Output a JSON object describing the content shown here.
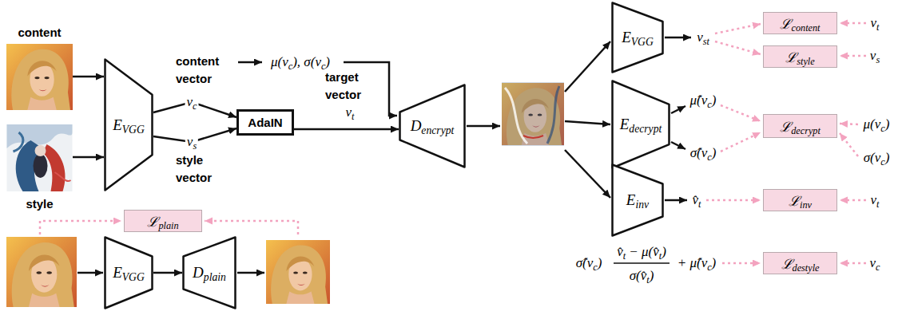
{
  "diagram": {
    "nodes": [
      {
        "text": [
          "content"
        ]
      },
      {
        "text": [
          "style"
        ]
      },
      {
        "text": [
          "EVGG"
        ]
      },
      {
        "text": [
          "AdaIN"
        ]
      },
      {
        "text": [
          "Dencrypt"
        ]
      },
      {
        "text": [
          "EVGG"
        ]
      },
      {
        "text": [
          "Edecrypt"
        ]
      },
      {
        "text": [
          "Einv"
        ]
      },
      {
        "text": [
          "ℒcontent"
        ]
      },
      {
        "text": [
          "ℒstyle"
        ]
      },
      {
        "text": [
          "ℒdecrypt"
        ]
      },
      {
        "text": [
          "ℒinv"
        ]
      },
      {
        "text": [
          "ℒdestyle"
        ]
      },
      {
        "text": [
          "EVGG"
        ]
      },
      {
        "text": [
          "Dplain"
        ]
      },
      {
        "text": [
          "ℒplain"
        ]
      }
    ],
    "edges": [
      {
        "from": 0,
        "to": 2,
        "arrow": "to"
      },
      {
        "from": 1,
        "to": 2,
        "arrow": "to"
      },
      {
        "from": 2,
        "to": 3,
        "label": "vc",
        "arrow": "to"
      },
      {
        "from": 2,
        "to": 3,
        "label": "vs",
        "arrow": "to"
      },
      {
        "from": 3,
        "to": 4,
        "label": "vt",
        "arrow": "to"
      },
      {
        "from": 13,
        "to": 14,
        "arrow": "to"
      }
    ],
    "labels": [
      "content vector",
      "μ(vc), σ(vc)",
      "style vector",
      "target vector",
      "vst",
      "vt",
      "vs",
      "μ̂(vc)",
      "σ̂(vc)",
      "μ(vc)",
      "σ(vc)",
      "v̂t",
      "vt",
      "σ̂(vc)",
      "v̂t − μ(v̂t)",
      "σ(v̂t)",
      "+ μ̂(vc)",
      "vc"
    ]
  }
}
